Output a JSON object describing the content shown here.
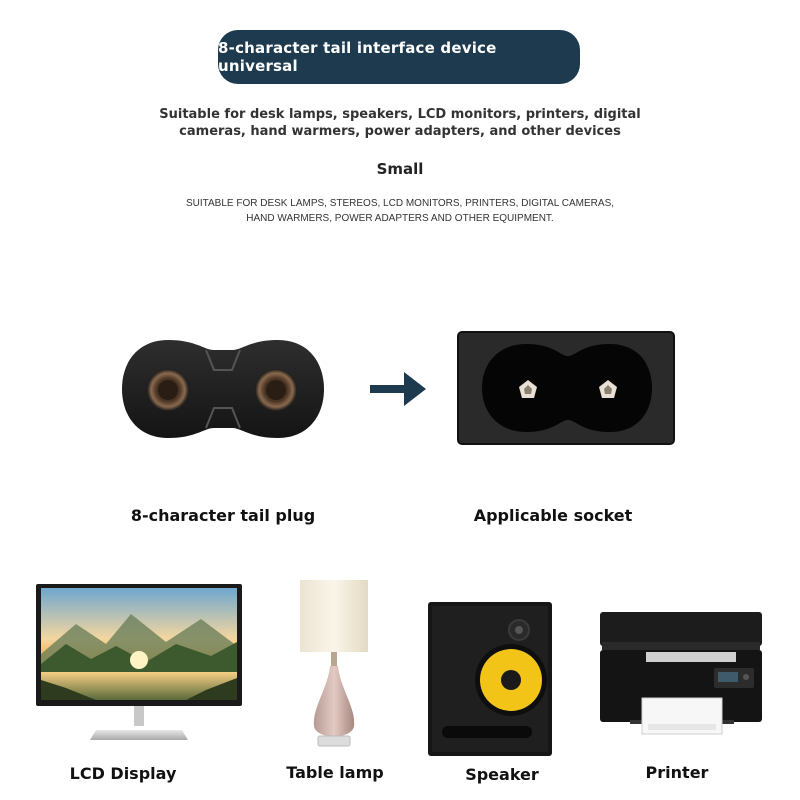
{
  "header": {
    "title": "8-character tail interface device universal",
    "subtitle_line1": "Suitable for desk lamps, speakers, LCD monitors, printers, digital",
    "subtitle_line2": "cameras, hand warmers, power adapters, and other devices",
    "small_label": "Small",
    "caps_line1": "SUITABLE FOR DESK LAMPS, STEREOS, LCD MONITORS, PRINTERS, DIGITAL CAMERAS,",
    "caps_line2": "HAND WARMERS, POWER ADAPTERS AND OTHER EQUIPMENT."
  },
  "connectors": {
    "plug_label": "8-character tail plug",
    "socket_label": "Applicable socket",
    "arrow_icon": "arrow-right-icon",
    "arrow_color": "#1d3a4f"
  },
  "devices": [
    {
      "label": "LCD Display",
      "icon": "monitor-icon"
    },
    {
      "label": "Table lamp",
      "icon": "lamp-icon"
    },
    {
      "label": "Speaker",
      "icon": "speaker-icon"
    },
    {
      "label": "Printer",
      "icon": "printer-icon"
    }
  ],
  "colors": {
    "title_bg": "#1d3a4f",
    "speaker_cone": "#f2c417"
  }
}
